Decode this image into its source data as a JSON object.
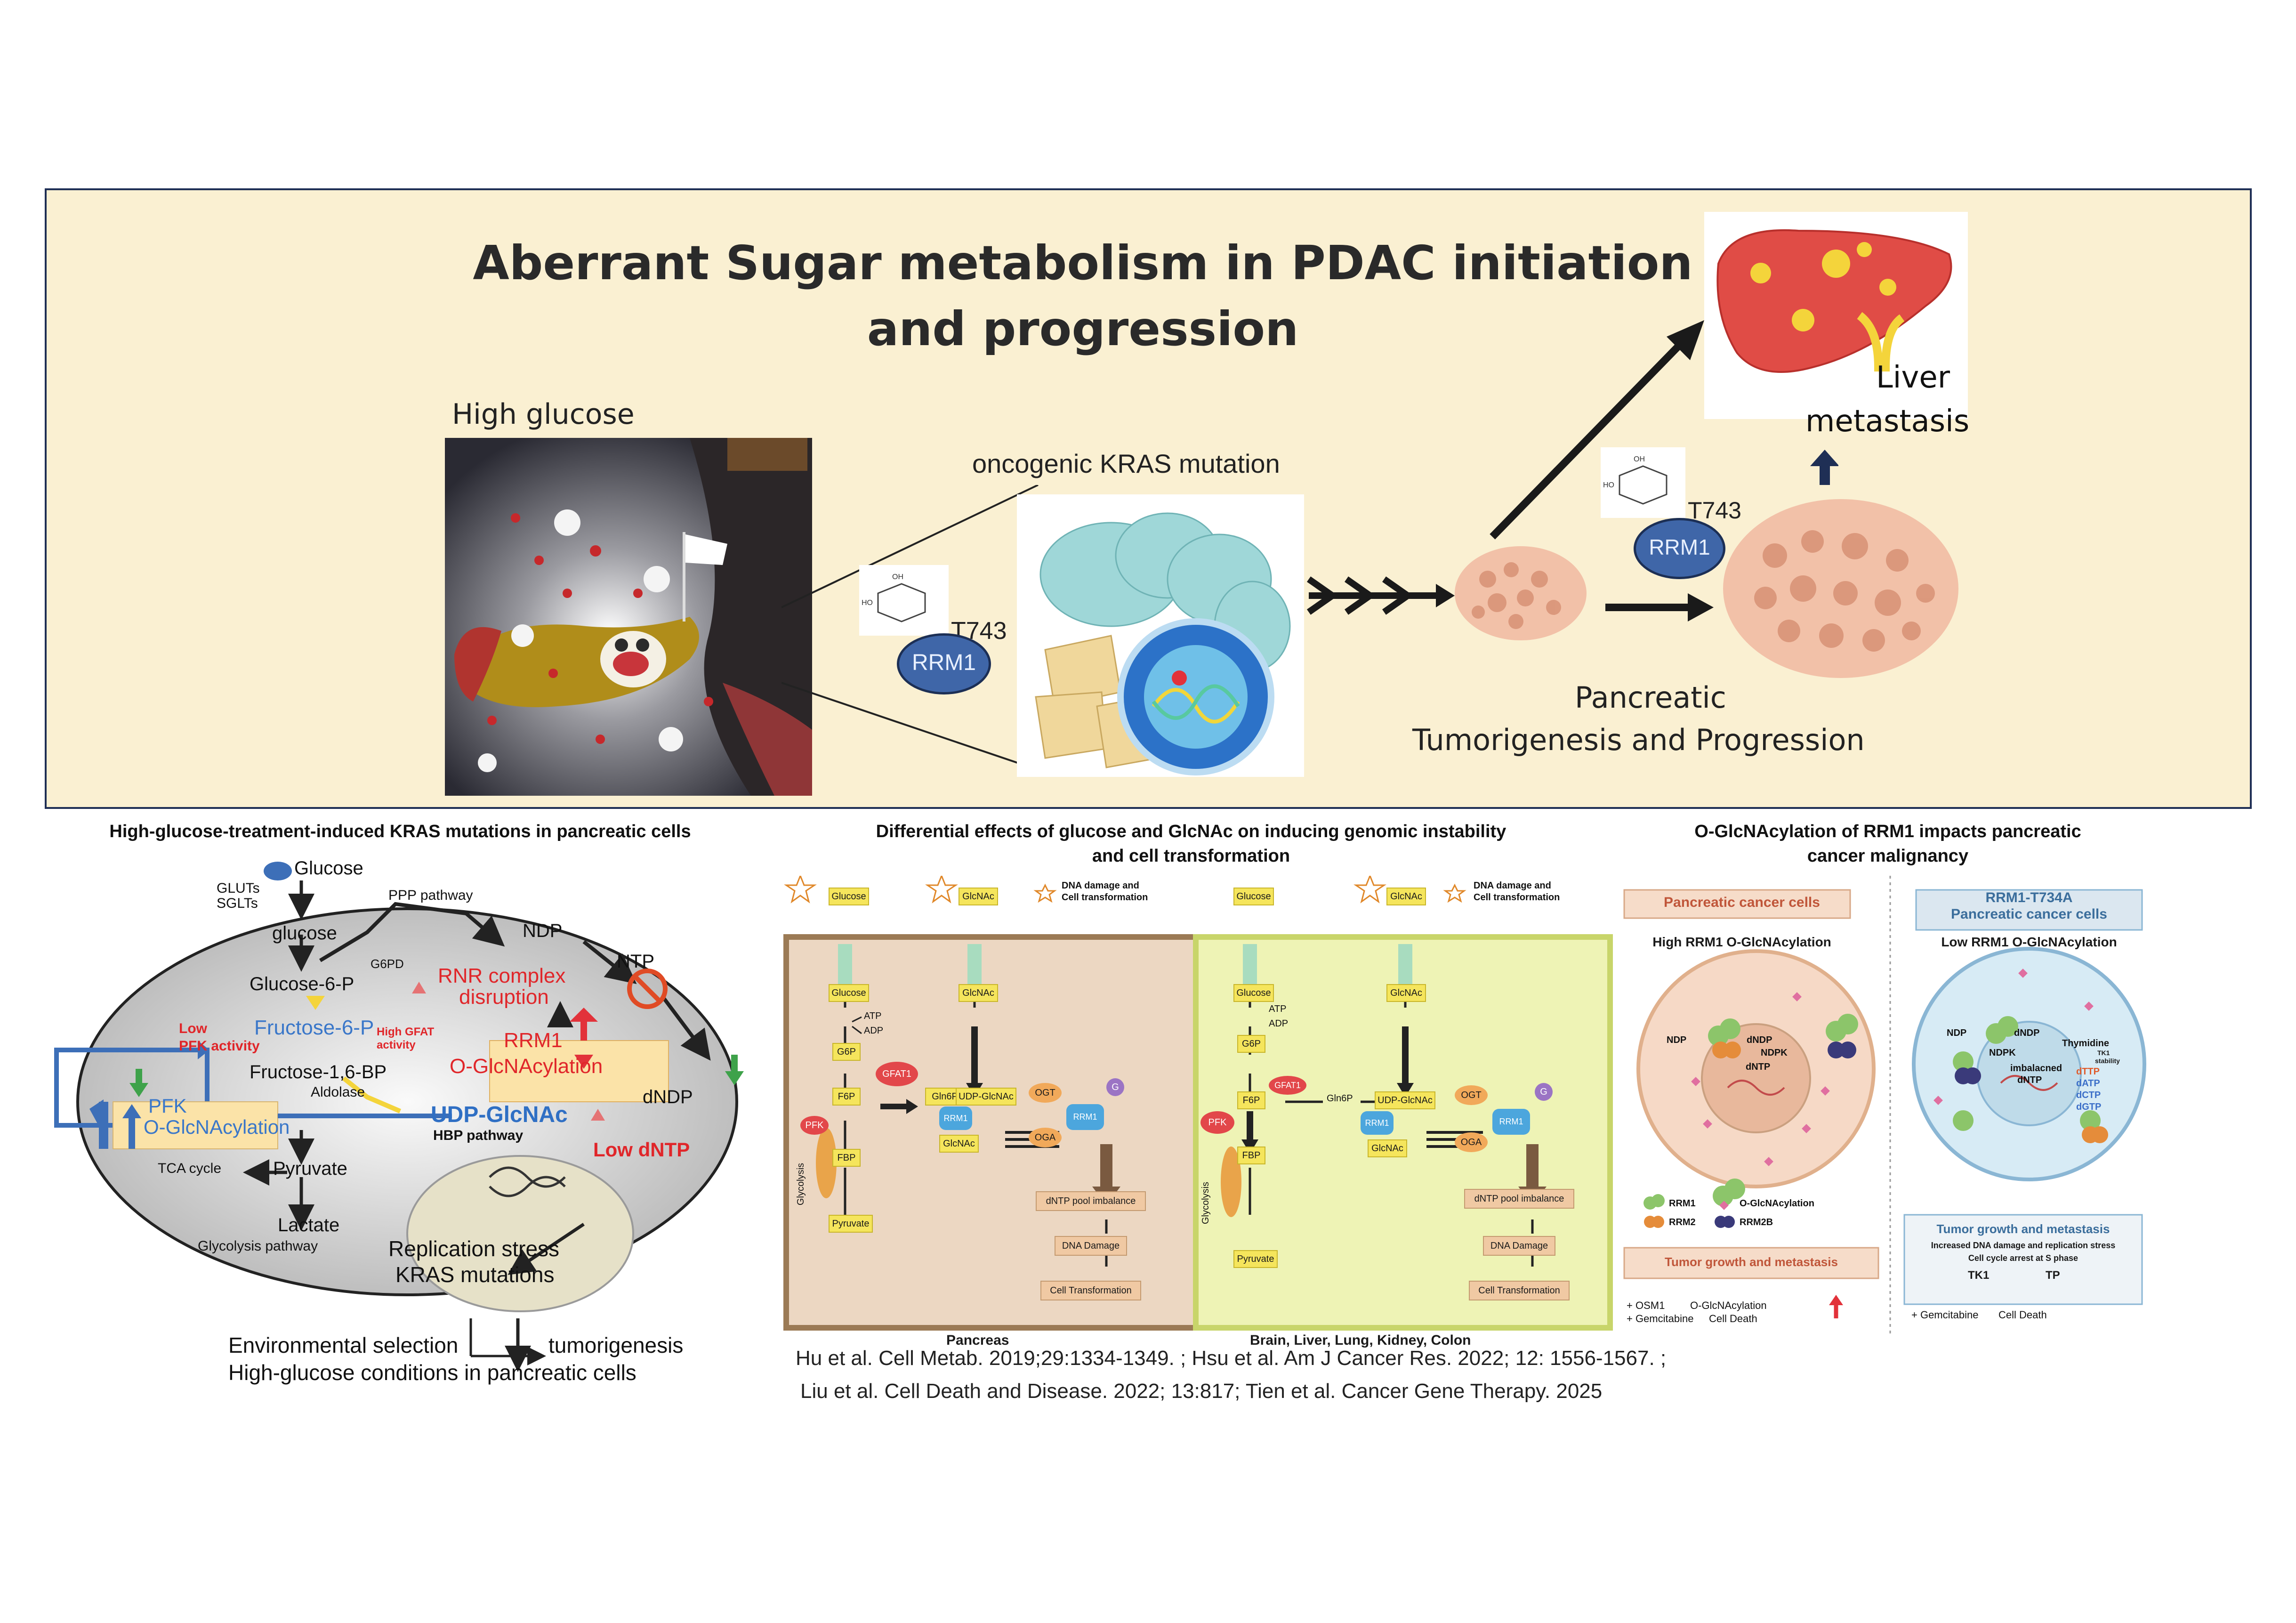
{
  "banner": {
    "title_line1": "Aberrant Sugar metabolism in PDAC initiation",
    "title_line2": "and progression",
    "high_glucose": "High glucose",
    "kras_mutation": "oncogenic KRAS mutation",
    "rrm1": "RRM1",
    "t743": "T743",
    "liver_line1": "Liver",
    "liver_line2": "metastasis",
    "pancreatic_line1": "Pancreatic",
    "pancreatic_line2": "Tumorigenesis and Progression"
  },
  "panel1": {
    "heading": "High-glucose-treatment-induced KRAS mutations in pancreatic cells",
    "glucose_top": "Glucose",
    "gluts": "GLUTs",
    "sglts": "SGLTs",
    "glucose": "glucose",
    "ppp": "PPP pathway",
    "ndp": "NDP",
    "ntp": "NTP",
    "g6pd": "G6PD",
    "glucose6p": "Glucose-6-P",
    "rnr_line1": "RNR complex",
    "rnr_line2": "disruption",
    "fructose6p": "Fructose-6-P",
    "low_pfk_line1": "Low",
    "low_pfk_line2": "PFK activity",
    "high_gfat_line1": "High GFAT",
    "high_gfat_line2": "activity",
    "rrm1": "RRM1",
    "o_glcnacylation": "O-GlcNAcylation",
    "fructose16bp": "Fructose-1,6-BP",
    "aldolase": "Aldolase",
    "pfk": "PFK",
    "pfk_oglc": "O-GlcNAcylation",
    "udp": "UDP-GlcNAc",
    "hbp": "HBP pathway",
    "dndp": "dNDP",
    "low_dntp": "Low dNTP",
    "tca": "TCA cycle",
    "pyruvate": "Pyruvate",
    "lactate": "Lactate",
    "glycolysis": "Glycolysis pathway",
    "rep_line1": "Replication stress",
    "rep_line2": "KRAS mutations",
    "env": "Environmental selection",
    "tumorigenesis": "tumorigenesis",
    "highglc": "High-glucose conditions in pancreatic cells"
  },
  "panel2": {
    "heading_line1": "Differential effects of glucose and GlcNAc on inducing genomic instability",
    "heading_line2": "and cell transformation",
    "glucose": "Glucose",
    "glcnac": "GlcNAc",
    "dna_line1": "DNA damage and",
    "dna_line2": "Cell transformation",
    "atp": "ATP",
    "adp": "ADP",
    "g6p": "G6P",
    "f6p": "F6P",
    "gfat1": "GFAT1",
    "gln6p": "Gln6P",
    "udp": "UDP-GlcNAc",
    "ogt": "OGT",
    "oga": "OGA",
    "g": "G",
    "rrm1": "RRM1",
    "pfk": "PFK",
    "fbp": "FBP",
    "glycolysis": "Glycolysis",
    "pyruvate": "Pyruvate",
    "dntp_imbalance": "dNTP pool imbalance",
    "dna_damage": "DNA Damage",
    "cell_transformation": "Cell Transformation",
    "pancreas": "Pancreas",
    "other_organs": "Brain, Liver, Lung, Kidney, Colon"
  },
  "panel3": {
    "heading_line1": "O-GlcNAcylation of RRM1 impacts pancreatic",
    "heading_line2": "cancer malignancy",
    "pcc": "Pancreatic cancer cells",
    "mutant_line1": "RRM1-T734A",
    "mutant_line2": "Pancreatic cancer cells",
    "high_oglc": "High RRM1 O-GlcNAcylation",
    "low_oglc": "Low RRM1 O-GlcNAcylation",
    "ndp": "NDP",
    "dndp": "dNDP",
    "ndpk": "NDPK",
    "dntp": "dNTP",
    "imbalanced_line1": "imbalacned",
    "imbalanced_line2": "dNTP",
    "thymidine": "Thymidine",
    "tk1_stability_line1": "TK1",
    "tk1_stability_line2": "stability",
    "dttp": "dTTP",
    "datp": "dATP",
    "dctp": "dCTP",
    "dgtp": "dGTP",
    "legend_rrm1": "RRM1",
    "legend_oglc": "O-GlcNAcylation",
    "legend_rrm2": "RRM2",
    "legend_rrm2b": "RRM2B",
    "tumor_growth": "Tumor growth and metastasis",
    "tumor_growth_down": "Tumor growth and metastasis",
    "increased_dna": "Increased DNA damage and replication stress",
    "cell_cycle": "Cell cycle arrest at S phase",
    "tk1": "TK1",
    "tp": "TP",
    "osm1": "+ OSM1",
    "osm1_result": "O-GlcNAcylation",
    "gemcitabine": "+ Gemcitabine",
    "cell_death": "Cell Death",
    "gemcitabine2": "+ Gemcitabine",
    "cell_death2": "Cell Death"
  },
  "citations": {
    "line1": "Hu et al. Cell Metab. 2019;29:1334-1349. ; Hsu et al.  Am J Cancer Res. 2022; 12: 1556-1567. ;",
    "line2": "Liu et al. Cell Death and Disease. 2022; 13:817;  Tien et al. Cancer Gene Therapy. 2025"
  },
  "colors": {
    "banner_bg": "#faf0d2",
    "banner_border": "#1f2f55",
    "rrm1_blue": "#3f66a8",
    "red": "#e0262a",
    "udp_blue": "#2f6fc4"
  }
}
